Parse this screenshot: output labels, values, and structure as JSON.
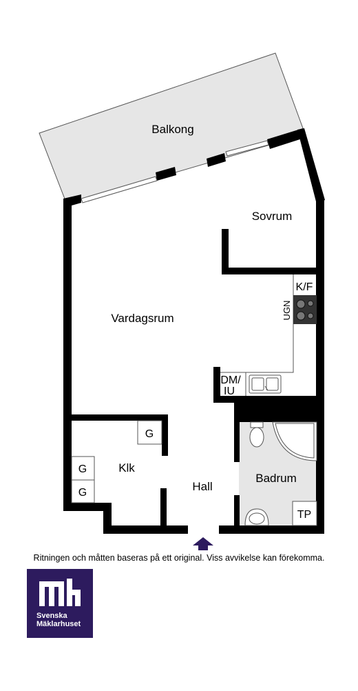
{
  "rooms": {
    "balkong": "Balkong",
    "sovrum": "Sovrum",
    "vardagsrum": "Vardagsrum",
    "klk": "Klk",
    "hall": "Hall",
    "badrum": "Badrum"
  },
  "fixtures": {
    "kf": "K/F",
    "ugn": "UGN",
    "dm": "DM/",
    "iu": "IU",
    "g_top": "G",
    "g_mid": "G",
    "g_bottom": "G",
    "tp": "TP"
  },
  "disclaimer": "Ritningen och måtten baseras på ett original. Viss avvikelse kan förekomma.",
  "logo": {
    "line1": "Svenska",
    "line2": "Mäklarhuset",
    "color": "#2d1b5e"
  },
  "colors": {
    "wall": "#000000",
    "balcony_fill": "#e6e6e6",
    "bathroom_fill": "#e6e6e6",
    "entrance_arrow": "#2d1b5e"
  }
}
